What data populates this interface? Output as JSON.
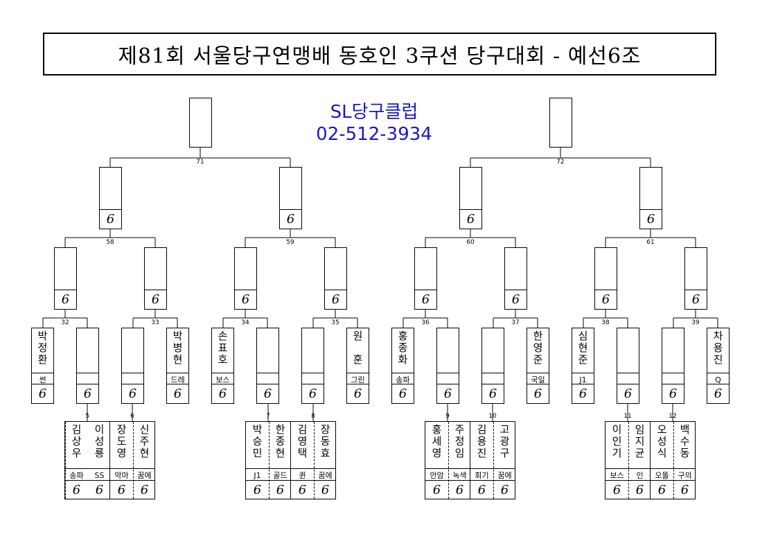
{
  "title": "제81회 서울당구연맹배 동호인 3쿠션 당구대회 - 예선6조",
  "club": {
    "name": "SL당구클럽",
    "phone": "02-512-3934"
  },
  "score_mark": "6",
  "matches": {
    "m71": "71",
    "m72": "72",
    "m58": "58",
    "m59": "59",
    "m60": "60",
    "m61": "61",
    "m32": "32",
    "m33": "33",
    "m34": "34",
    "m35": "35",
    "m36": "36",
    "m37": "37",
    "m38": "38",
    "m39": "39",
    "m5": "5",
    "m6": "6",
    "m7": "7",
    "m8": "8",
    "m9": "9",
    "m10": "10",
    "m11": "11",
    "m12": "12"
  },
  "seeds": [
    {
      "name": "박정환",
      "club": "썬"
    },
    {
      "name": "박병현",
      "club": "드레"
    },
    {
      "name": "손표호",
      "club": "보스"
    },
    {
      "name": "원 훈",
      "club": "그린"
    },
    {
      "name": "홍종화",
      "club": "송파"
    },
    {
      "name": "한영준",
      "club": "국일"
    },
    {
      "name": "심현준",
      "club": "J1"
    },
    {
      "name": "차용진",
      "club": "Q"
    }
  ],
  "r1": [
    {
      "a": {
        "name": "김상우",
        "club": "송파"
      },
      "b": {
        "name": "이성룡",
        "club": "SS"
      }
    },
    {
      "a": {
        "name": "장도영",
        "club": "악마"
      },
      "b": {
        "name": "신주현",
        "club": "꿈에"
      }
    },
    {
      "a": {
        "name": "박승민",
        "club": "J1"
      },
      "b": {
        "name": "한종현",
        "club": "골드"
      }
    },
    {
      "a": {
        "name": "김영택",
        "club": "퀸"
      },
      "b": {
        "name": "장동효",
        "club": "꿈에"
      }
    },
    {
      "a": {
        "name": "홍세영",
        "club": "안암"
      },
      "b": {
        "name": "주정임",
        "club": "녹색"
      }
    },
    {
      "a": {
        "name": "김용진",
        "club": "회기"
      },
      "b": {
        "name": "고광구",
        "club": "꿈에"
      }
    },
    {
      "a": {
        "name": "이인기",
        "club": "보스"
      },
      "b": {
        "name": "임지균",
        "club": "인"
      }
    },
    {
      "a": {
        "name": "오성식",
        "club": "오똘"
      },
      "b": {
        "name": "백수동",
        "club": "구의"
      }
    }
  ]
}
